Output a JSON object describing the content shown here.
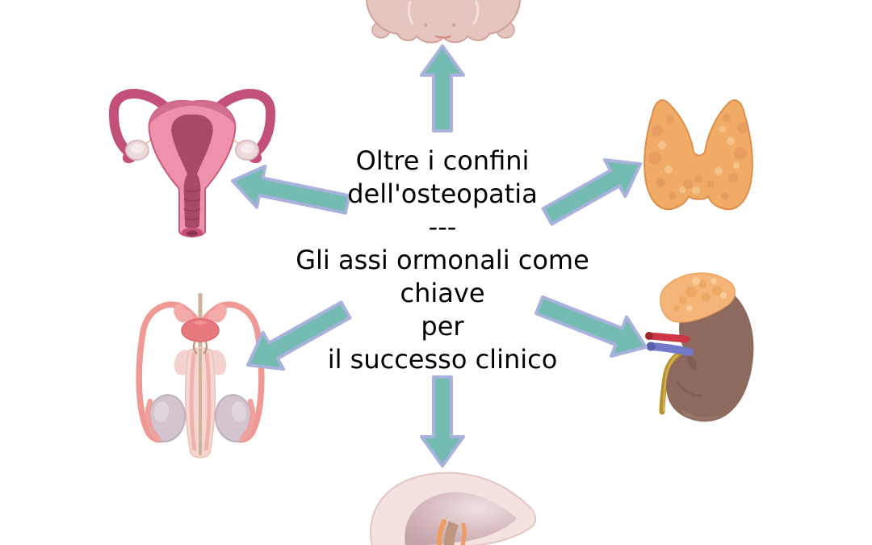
{
  "title": {
    "line1": "Oltre i confini",
    "line2": "dell'osteopatia",
    "divider": "---",
    "line3": "Gli assi ormonali come",
    "line4": "chiave",
    "line5": "per",
    "line6": "il successo clinico"
  },
  "organ_icons": {
    "top": "brain-icon",
    "upper_left": "uterus-ovaries-icon",
    "upper_right": "thyroid-icon",
    "lower_left": "male-reproductive-system-icon",
    "lower_right": "kidney-adrenal-icon",
    "bottom": "pituitary-hypothalamus-icon"
  },
  "colors": {
    "background": "#ffffff",
    "text_color": "#000000",
    "arrow_fill": "#74bcb2",
    "arrow_outline": "#a8b2dc"
  }
}
